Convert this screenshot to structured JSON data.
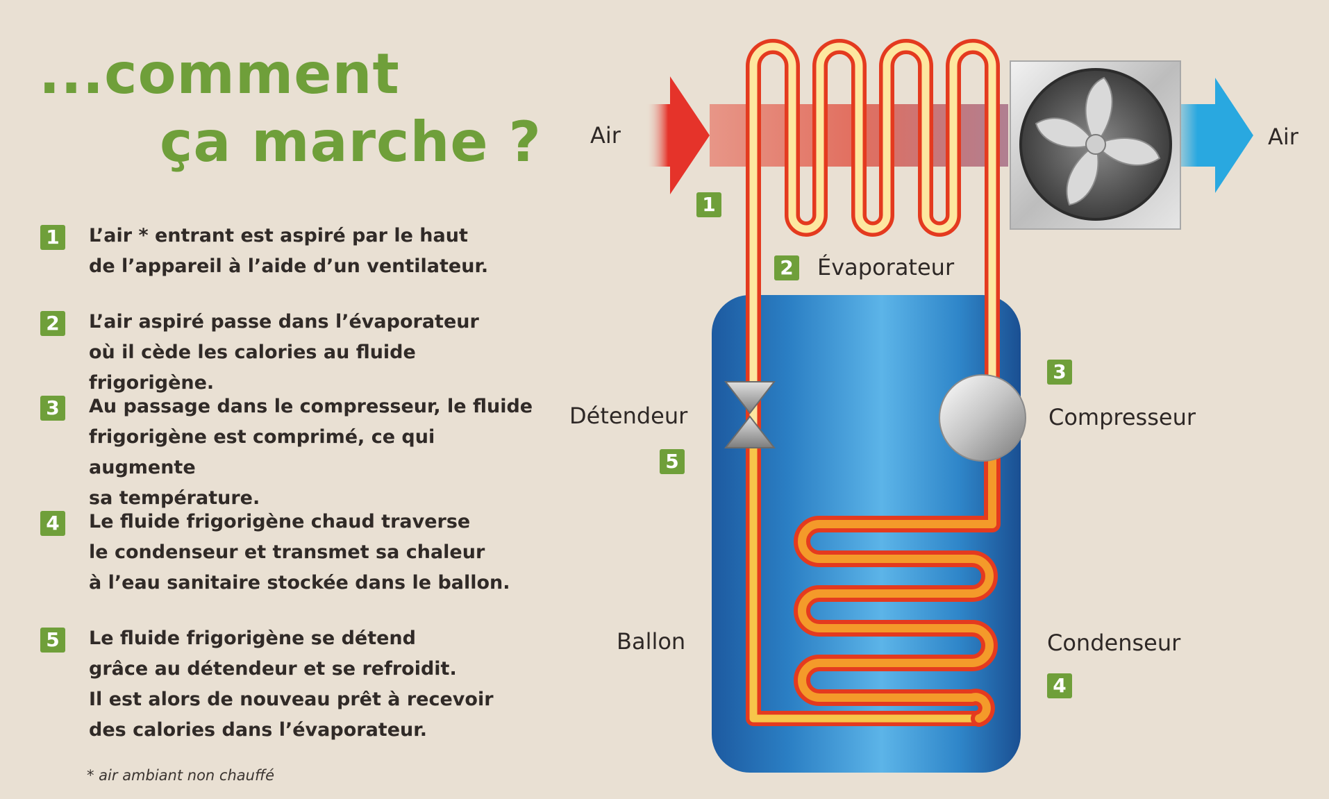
{
  "title": {
    "line1": "...comment",
    "line2": "ça marche ?"
  },
  "steps": [
    {
      "num": "1",
      "text": "L’air * entrant est aspiré par le haut\nde l’appareil à l’aide d’un ventilateur."
    },
    {
      "num": "2",
      "text": "L’air aspiré passe dans l’évaporateur\noù il cède les calories au fluide frigorigène."
    },
    {
      "num": "3",
      "text": "Au passage dans le compresseur, le fluide\nfrigorigène est comprimé, ce qui augmente\nsa température."
    },
    {
      "num": "4",
      "text": "Le fluide frigorigène chaud traverse\nle condenseur et transmet sa chaleur\nà l’eau sanitaire stockée dans le ballon."
    },
    {
      "num": "5",
      "text": "Le fluide frigorigène se détend\ngrâce au détendeur et se refroidit.\nIl est alors de nouveau prêt à recevoir\ndes calories dans l’évaporateur."
    }
  ],
  "footnote": "* air ambiant non chauffé",
  "diagram": {
    "air_in": "Air",
    "air_out": "Air",
    "evaporateur": "Évaporateur",
    "detendeur": "Détendeur",
    "compresseur": "Compresseur",
    "ballon": "Ballon",
    "condenseur": "Condenseur",
    "badges": {
      "fan": "1",
      "evaporateur": "2",
      "compresseur": "3",
      "condenseur": "4",
      "detendeur": "5"
    }
  },
  "colors": {
    "green": "#6f9f3a",
    "hot_arrow": "#e5332a",
    "cold_arrow": "#29a8e0",
    "tank_blue": "#1f6fb4",
    "pipe_hot": "#f08a1c",
    "pipe_outer": "#e43a1f",
    "background": "#e9e0d3"
  }
}
